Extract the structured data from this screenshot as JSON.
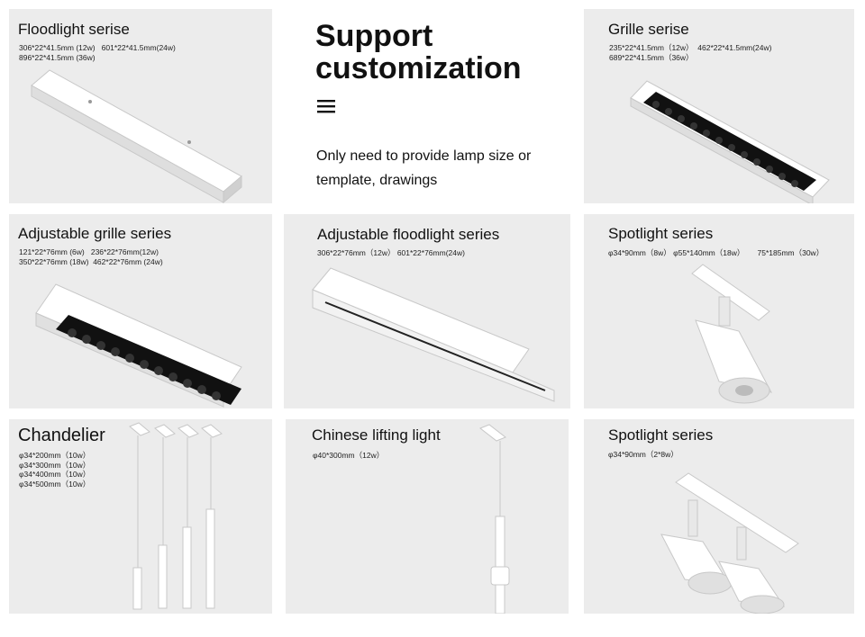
{
  "hero": {
    "title_line1": "Support",
    "title_line2": "customization",
    "menu_icon": "menu-icon",
    "description": "Only need to provide lamp size or template, drawings"
  },
  "cards": [
    {
      "title": "Floodlight serise",
      "spec": "306*22*41.5mm (12w)   601*22*41.5mm(24w)\n896*22*41.5mm (36w)"
    },
    {
      "title": "Grille serise",
      "spec": "235*22*41.5mm（12w）  462*22*41.5mm(24w)\n689*22*41.5mm（36w）"
    },
    {
      "title": "Adjustable grille series",
      "spec": "121*22*76mm (6w)   236*22*76mm(12w)\n350*22*76mm (18w)  462*22*76mm (24w)"
    },
    {
      "title": "Adjustable floodlight series",
      "spec": "306*22*76mm（12w） 601*22*76mm(24w)"
    },
    {
      "title": "Spotlight series",
      "spec": "φ34*90mm（8w） φ55*140mm（18w）      75*185mm（30w）"
    },
    {
      "title": "Chandelier",
      "spec": "φ34*200mm（10w）\nφ34*300mm（10w）\nφ34*400mm（10w）\nφ34*500mm（10w）"
    },
    {
      "title": "Chinese lifting light",
      "spec": "φ40*300mm（12w）"
    },
    {
      "title": "Spotlight series",
      "spec": "φ34*90mm（2*8w）"
    }
  ]
}
